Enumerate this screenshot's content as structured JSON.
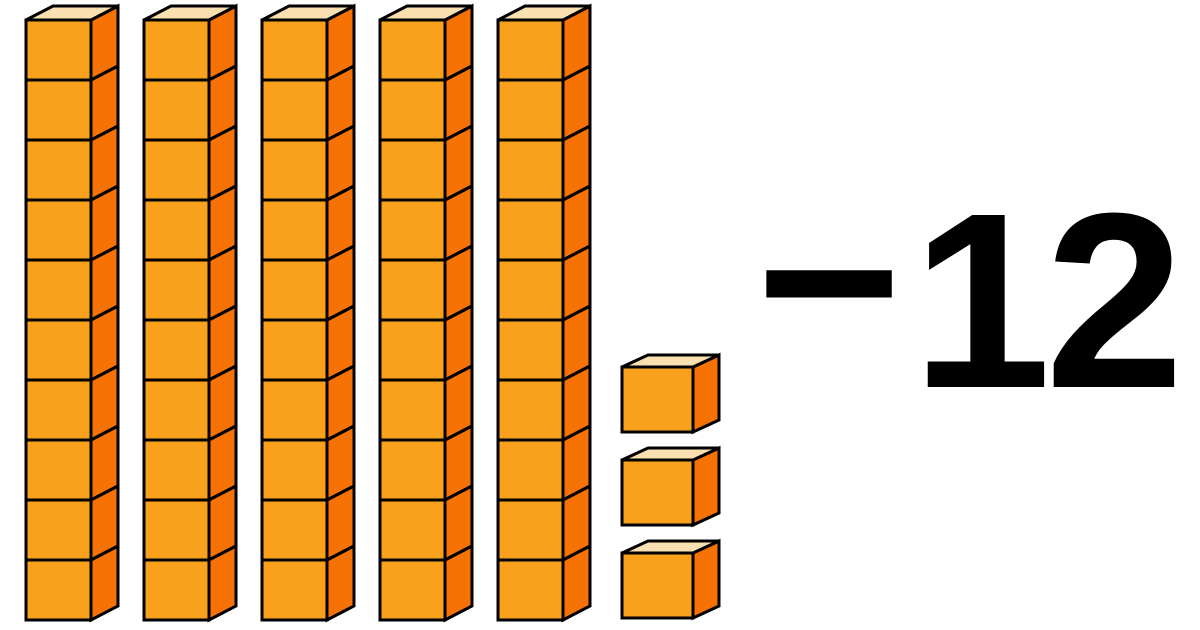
{
  "page": {
    "background_color": "#ffffff",
    "description": "Base-ten blocks illustration showing 53 with the label minus 12"
  },
  "blocks": {
    "rods": {
      "count": 5,
      "cubes_per_rod": 10
    },
    "units": {
      "count": 3
    },
    "value_shown": 53,
    "colors": {
      "front": "#F9A11D",
      "side": "#F77205",
      "top": "#FADFB0",
      "outline": "#000000"
    }
  },
  "label": {
    "text": "−12",
    "minus": "−",
    "number": "12",
    "color": "#000000"
  }
}
